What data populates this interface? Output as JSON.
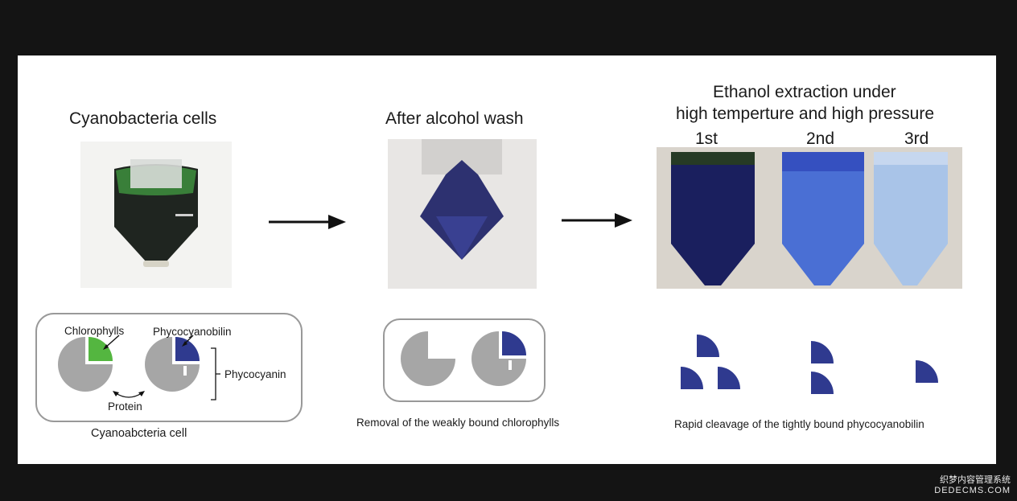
{
  "headings": {
    "cyanobacteria": "Cyanobacteria cells",
    "alcohol_wash": "After alcohol wash",
    "ethanol_line1": "Ethanol extraction under",
    "ethanol_line2": "high temperture and high pressure"
  },
  "tube_labels": [
    "1st",
    "2nd",
    "3rd"
  ],
  "diagram_labels": {
    "chlorophylls": "Chlorophylls",
    "phycocyanobilin": "Phycocyanobilin",
    "phycocyanin": "Phycocyanin",
    "protein": "Protein",
    "cell": "Cyanoabcteria cell"
  },
  "captions": {
    "removal": "Removal of the weakly bound chlorophylls",
    "cleavage": "Rapid cleavage of the tightly bound phycocyanobilin"
  },
  "watermark": {
    "line1": "织梦内容管理系统",
    "line2": "DEDECMS.COM"
  },
  "colors": {
    "chlorophyll_green": "#54b640",
    "phycocyanobilin_blue": "#2f3a8f",
    "protein_gray": "#a6a6a6",
    "background": "#141414"
  }
}
